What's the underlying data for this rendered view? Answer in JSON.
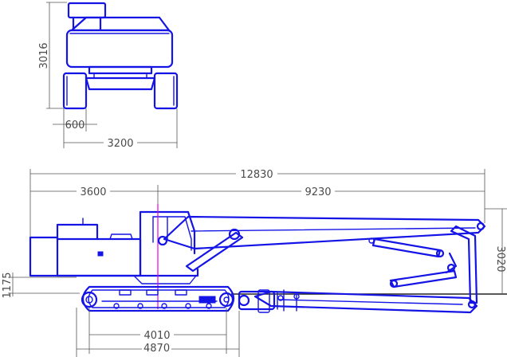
{
  "colors": {
    "machine": "#1414e6",
    "dimension": "#555555",
    "center_line": "#e600e6",
    "ground": "#222222"
  },
  "front_view": {
    "height": "3016",
    "track_width": "600",
    "overall_width": "3200"
  },
  "side_view": {
    "overall_length": "12830",
    "rear_to_center": "3600",
    "center_to_front": "9230",
    "ground_to_counterweight": "1175",
    "boom_height": "3020",
    "tumbler_distance": "4010",
    "track_length": "4870"
  }
}
